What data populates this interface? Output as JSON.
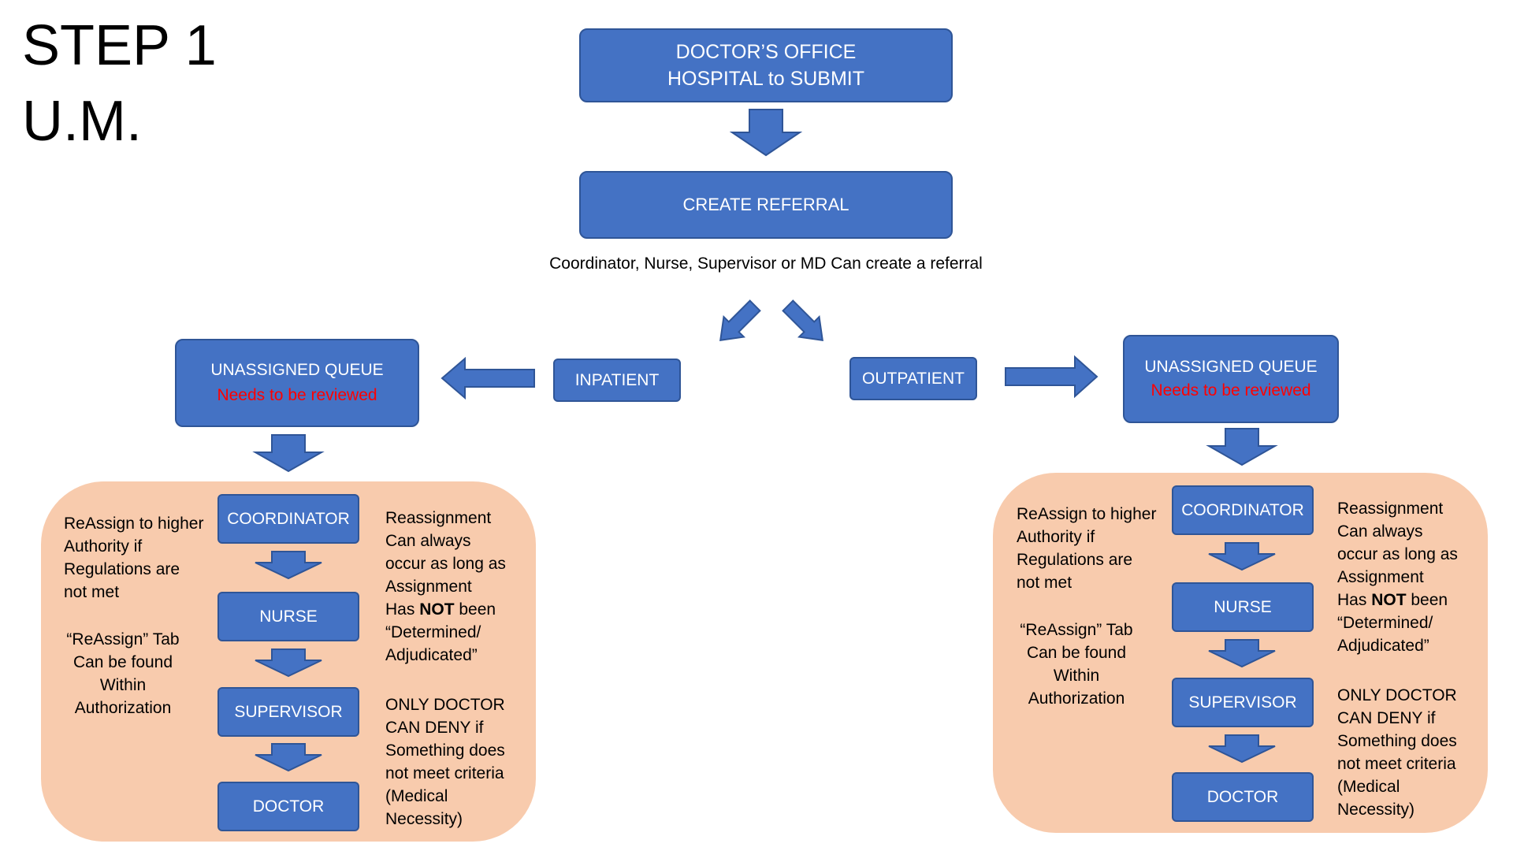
{
  "title": {
    "line1": "STEP 1",
    "line2": "U.M."
  },
  "top_box": {
    "line1": "DOCTOR’S OFFICE",
    "line2": "HOSPITAL to SUBMIT"
  },
  "create_referral": "CREATE REFERRAL",
  "referral_note": "Coordinator, Nurse, Supervisor or MD Can create a referral",
  "inpatient": "INPATIENT",
  "outpatient": "OUTPATIENT",
  "queue": {
    "title": "UNASSIGNED QUEUE",
    "subtitle": "Needs to be reviewed"
  },
  "roles": [
    "COORDINATOR",
    "NURSE",
    "SUPERVISOR",
    "DOCTOR"
  ],
  "left_note": {
    "lines": [
      "ReAssign to higher",
      "Authority if",
      "Regulations are",
      "not met"
    ],
    "tab_lines": [
      "“ReAssign” Tab",
      "Can be found",
      "Within",
      "Authorization"
    ]
  },
  "right_note": {
    "lines_a": [
      "Reassignment",
      "Can always",
      "occur as long as",
      "Assignment"
    ],
    "has": "Has ",
    "not": "NOT",
    "been": " been",
    "lines_b": [
      "“Determined/",
      "Adjudicated”"
    ],
    "deny_lines": [
      "ONLY DOCTOR",
      "CAN DENY if",
      "Something does",
      "not meet criteria",
      "(Medical",
      "Necessity)"
    ]
  },
  "colors": {
    "box_fill": "#4472C4",
    "box_border": "#2F5597",
    "panel_fill": "#F8CBAD",
    "alert_text": "#FF0000"
  }
}
